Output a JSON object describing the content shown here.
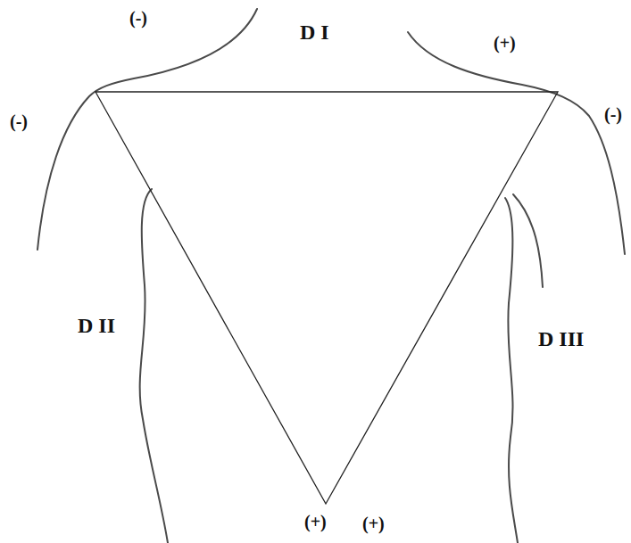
{
  "diagram": {
    "labels": [
      "(-)",
      "D I",
      "(+)",
      "(-)",
      "(-)",
      "D II",
      "D III",
      "(+)",
      "(+)"
    ]
  }
}
